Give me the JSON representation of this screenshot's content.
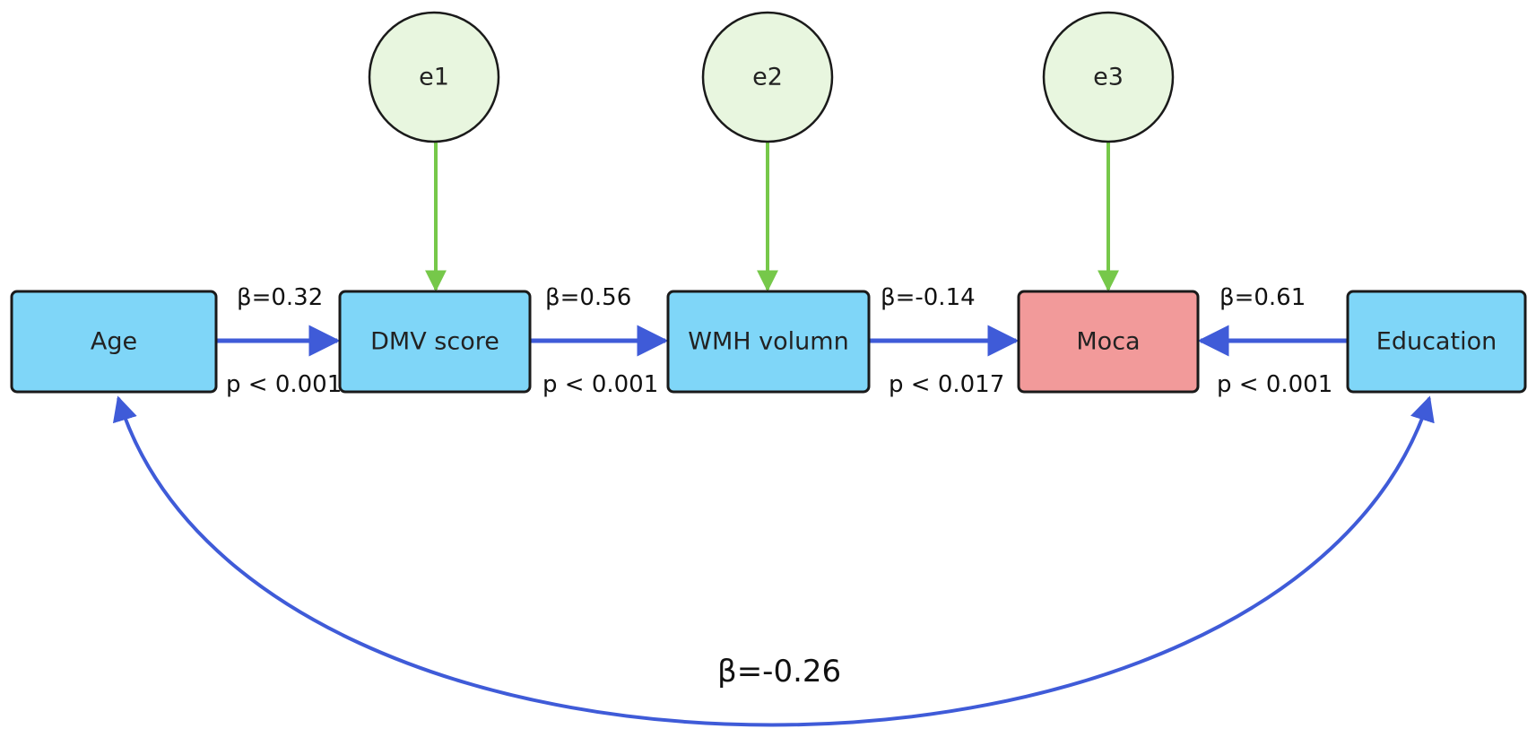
{
  "colors": {
    "observed_fill": "#7FD6F8",
    "outcome_fill": "#F29A9A",
    "error_fill": "#E8F6DF",
    "causal_arrow": "#3F5BD8",
    "error_arrow": "#76C84A"
  },
  "nodes": {
    "age": "Age",
    "dmv": "DMV score",
    "wmh": "WMH volumn",
    "moca": "Moca",
    "education": "Education"
  },
  "errors": {
    "e1": "e1",
    "e2": "e2",
    "e3": "e3"
  },
  "paths": {
    "age_dmv": {
      "beta": "β=0.32",
      "p": "p < 0.001"
    },
    "dmv_wmh": {
      "beta": "β=0.56",
      "p": "p < 0.001"
    },
    "wmh_moca": {
      "beta": "β=-0.14",
      "p": "p < 0.017"
    },
    "education_moca": {
      "beta": "β=0.61",
      "p": "p < 0.001"
    },
    "age_education": {
      "beta": "β=-0.26"
    }
  }
}
